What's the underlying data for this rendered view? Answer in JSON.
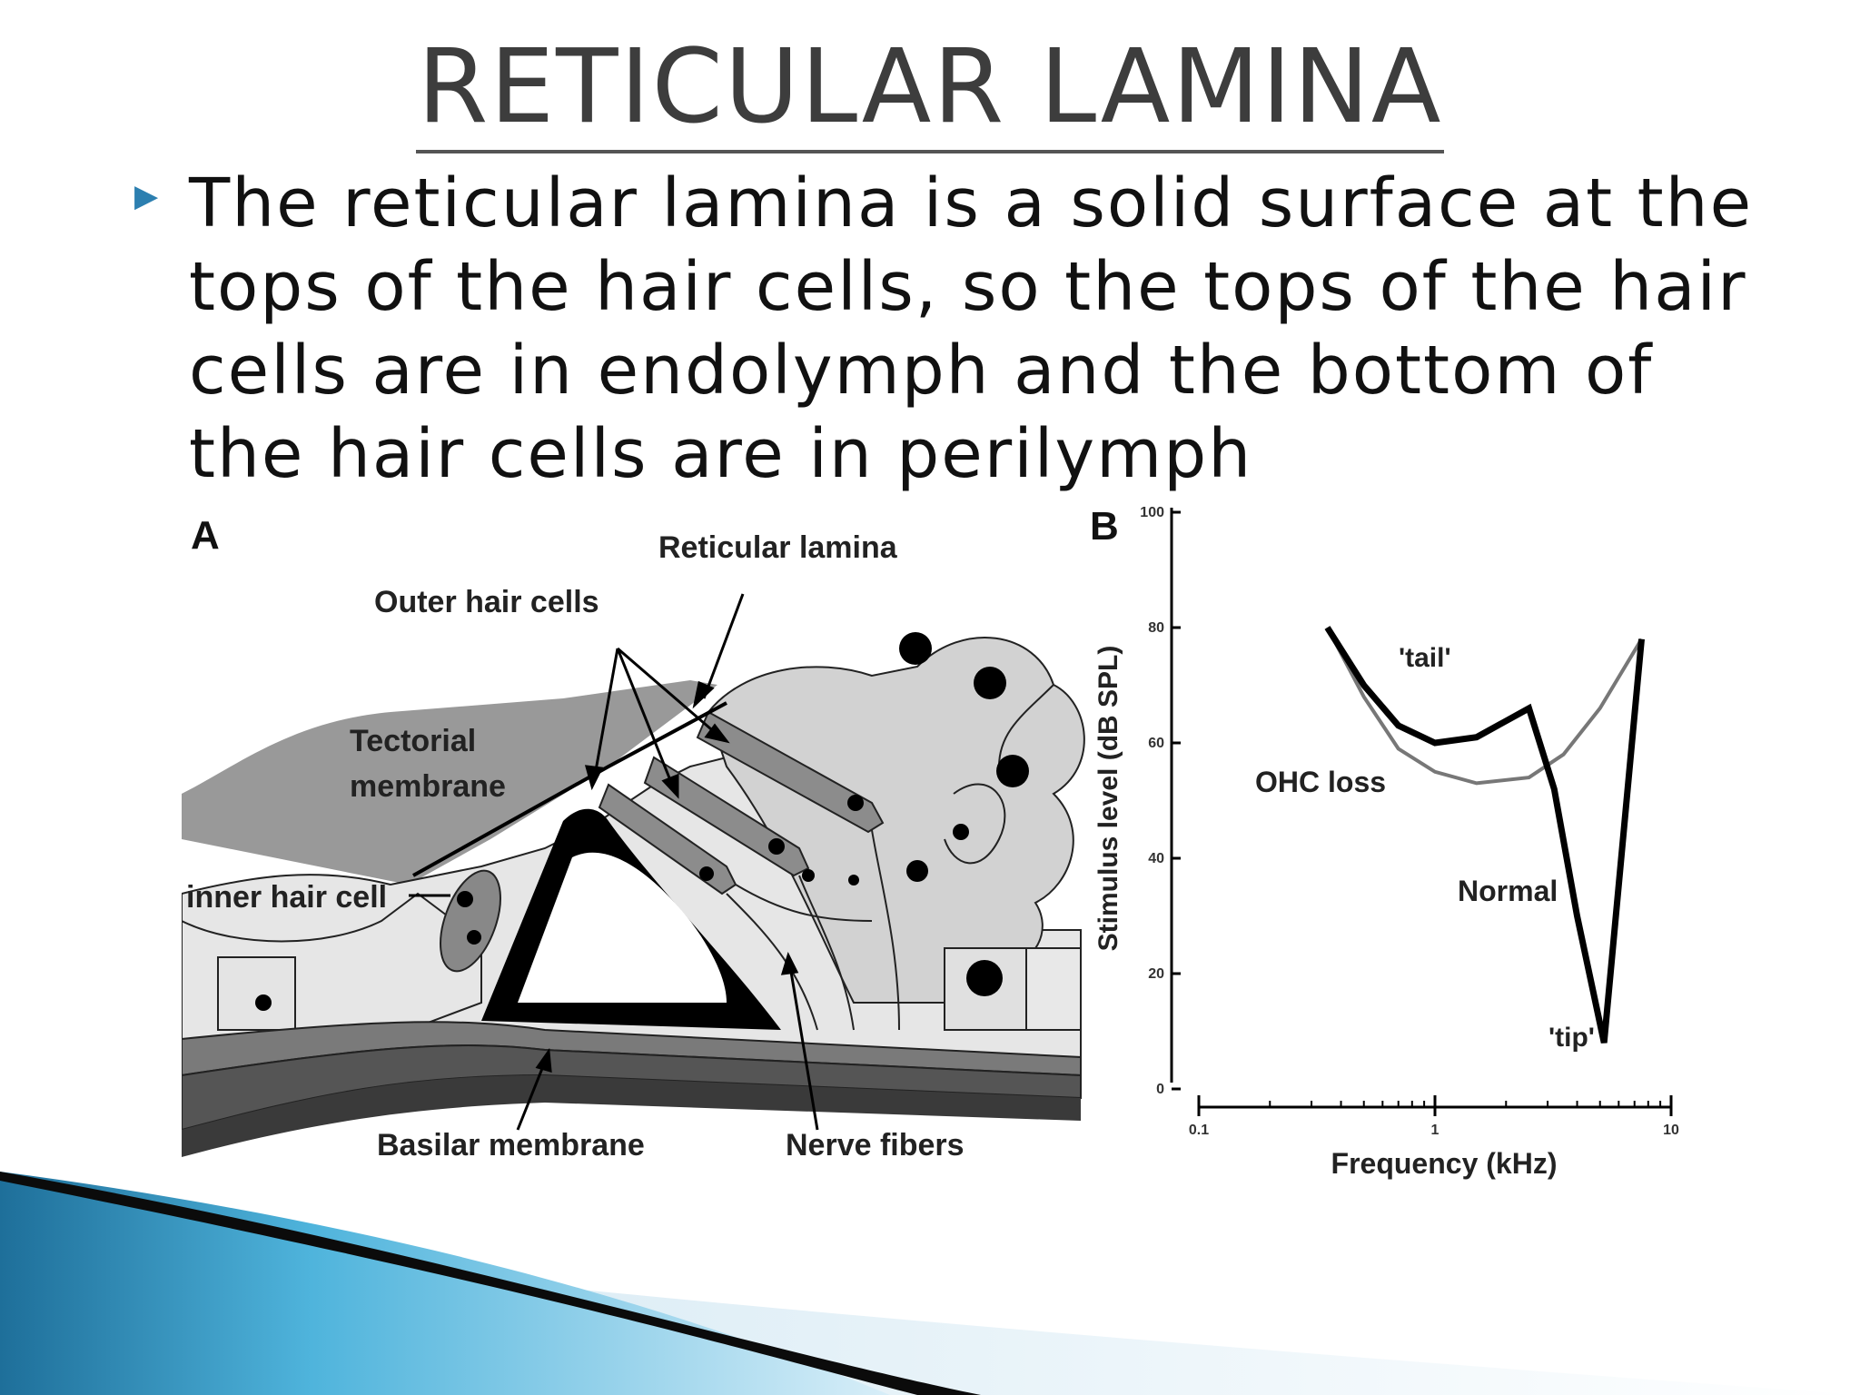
{
  "slide": {
    "title": "RETICULAR LAMINA",
    "body": "The reticular lamina is a solid surface at the tops of the hair cells, so the tops of the hair cells are in endolymph and the bottom of the hair cells are in perilymph",
    "bullet_icon": "triangle-right-icon"
  },
  "figure_a": {
    "panel_label": "A",
    "labels": {
      "reticular_lamina": "Reticular lamina",
      "outer_hair_cells": "Outer hair cells",
      "tectorial_line1": "Tectorial",
      "tectorial_line2": "membrane",
      "inner_hair_cell": "inner hair cell",
      "basilar_membrane": "Basilar membrane",
      "nerve_fibers": "Nerve fibers"
    }
  },
  "figure_b": {
    "panel_label": "B",
    "ylabel": "Stimulus level (dB SPL)",
    "xlabel": "Frequency (kHz)",
    "yticks": [
      "0",
      "20",
      "40",
      "60",
      "80",
      "100"
    ],
    "xticks": [
      "0.1",
      "1",
      "10"
    ],
    "annotations": {
      "tail": "'tail'",
      "ohc_loss": "OHC loss",
      "normal": "Normal",
      "tip": "'tip'"
    }
  },
  "chart_data": {
    "type": "line",
    "xlabel": "Frequency (kHz)",
    "ylabel": "Stimulus level (dB SPL)",
    "x_scale": "log",
    "xlim": [
      0.1,
      10
    ],
    "ylim": [
      0,
      100
    ],
    "series": [
      {
        "name": "Normal",
        "x": [
          0.35,
          0.5,
          0.7,
          1.0,
          1.5,
          2.5,
          3.2,
          4.0,
          5.2,
          7.5
        ],
        "y": [
          80,
          70,
          63,
          60,
          61,
          66,
          52,
          30,
          8,
          78
        ]
      },
      {
        "name": "OHC loss",
        "x": [
          0.35,
          0.5,
          0.7,
          1.0,
          1.5,
          2.5,
          3.5,
          5.0,
          7.5
        ],
        "y": [
          80,
          68,
          59,
          55,
          53,
          54,
          58,
          66,
          78
        ]
      }
    ],
    "colors": {
      "Normal": "#000000",
      "OHC loss": "#777777"
    }
  }
}
